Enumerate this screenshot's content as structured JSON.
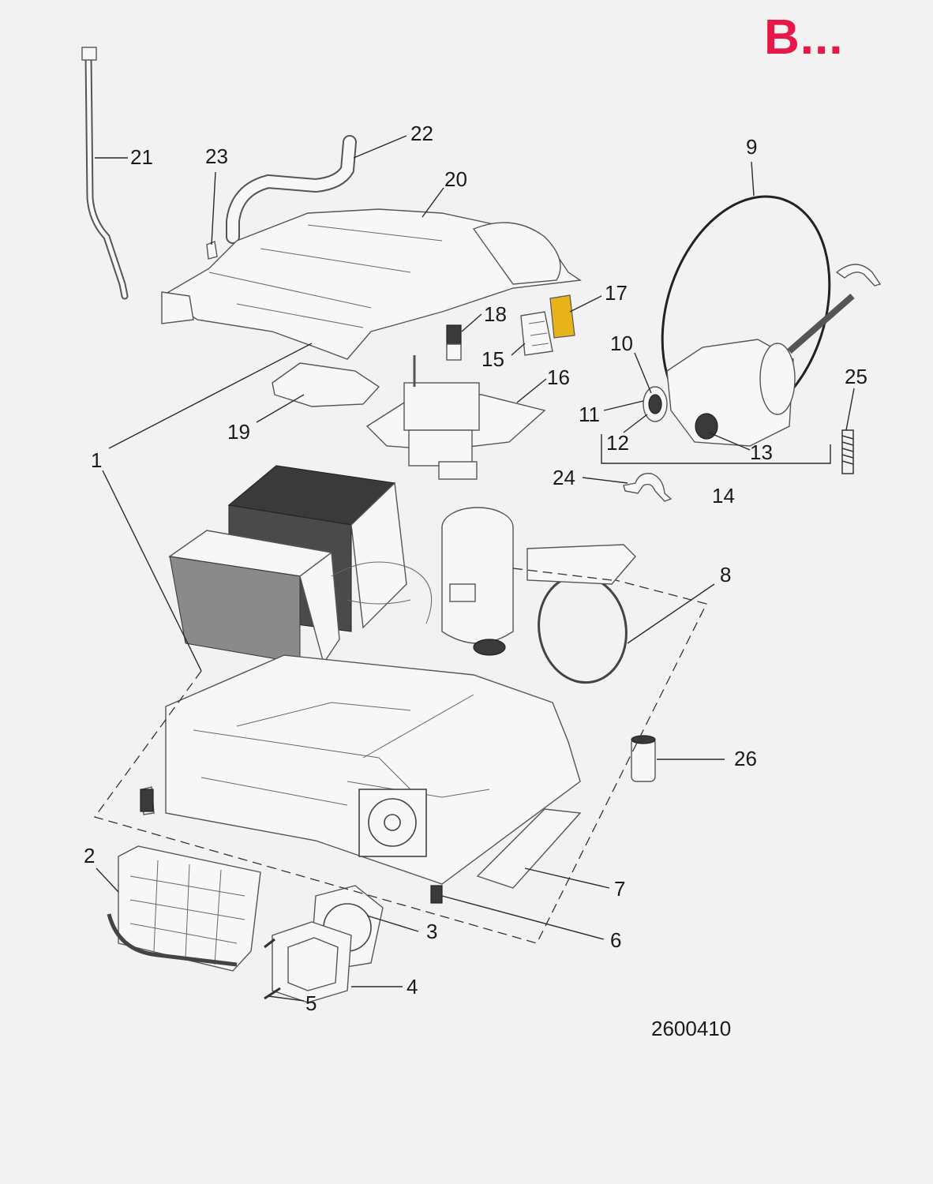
{
  "badge_text": "B...",
  "drawing_number": "2600410",
  "colors": {
    "badge": "#e8174a",
    "highlight_part": "#e8b21a"
  },
  "callouts": [
    {
      "label": "1"
    },
    {
      "label": "2"
    },
    {
      "label": "3"
    },
    {
      "label": "4"
    },
    {
      "label": "5"
    },
    {
      "label": "6"
    },
    {
      "label": "7"
    },
    {
      "label": "8"
    },
    {
      "label": "9"
    },
    {
      "label": "10"
    },
    {
      "label": "11"
    },
    {
      "label": "12"
    },
    {
      "label": "13"
    },
    {
      "label": "14"
    },
    {
      "label": "15"
    },
    {
      "label": "16"
    },
    {
      "label": "17"
    },
    {
      "label": "18"
    },
    {
      "label": "19"
    },
    {
      "label": "20"
    },
    {
      "label": "21"
    },
    {
      "label": "22"
    },
    {
      "label": "23"
    },
    {
      "label": "24"
    },
    {
      "label": "25"
    },
    {
      "label": "26"
    }
  ]
}
